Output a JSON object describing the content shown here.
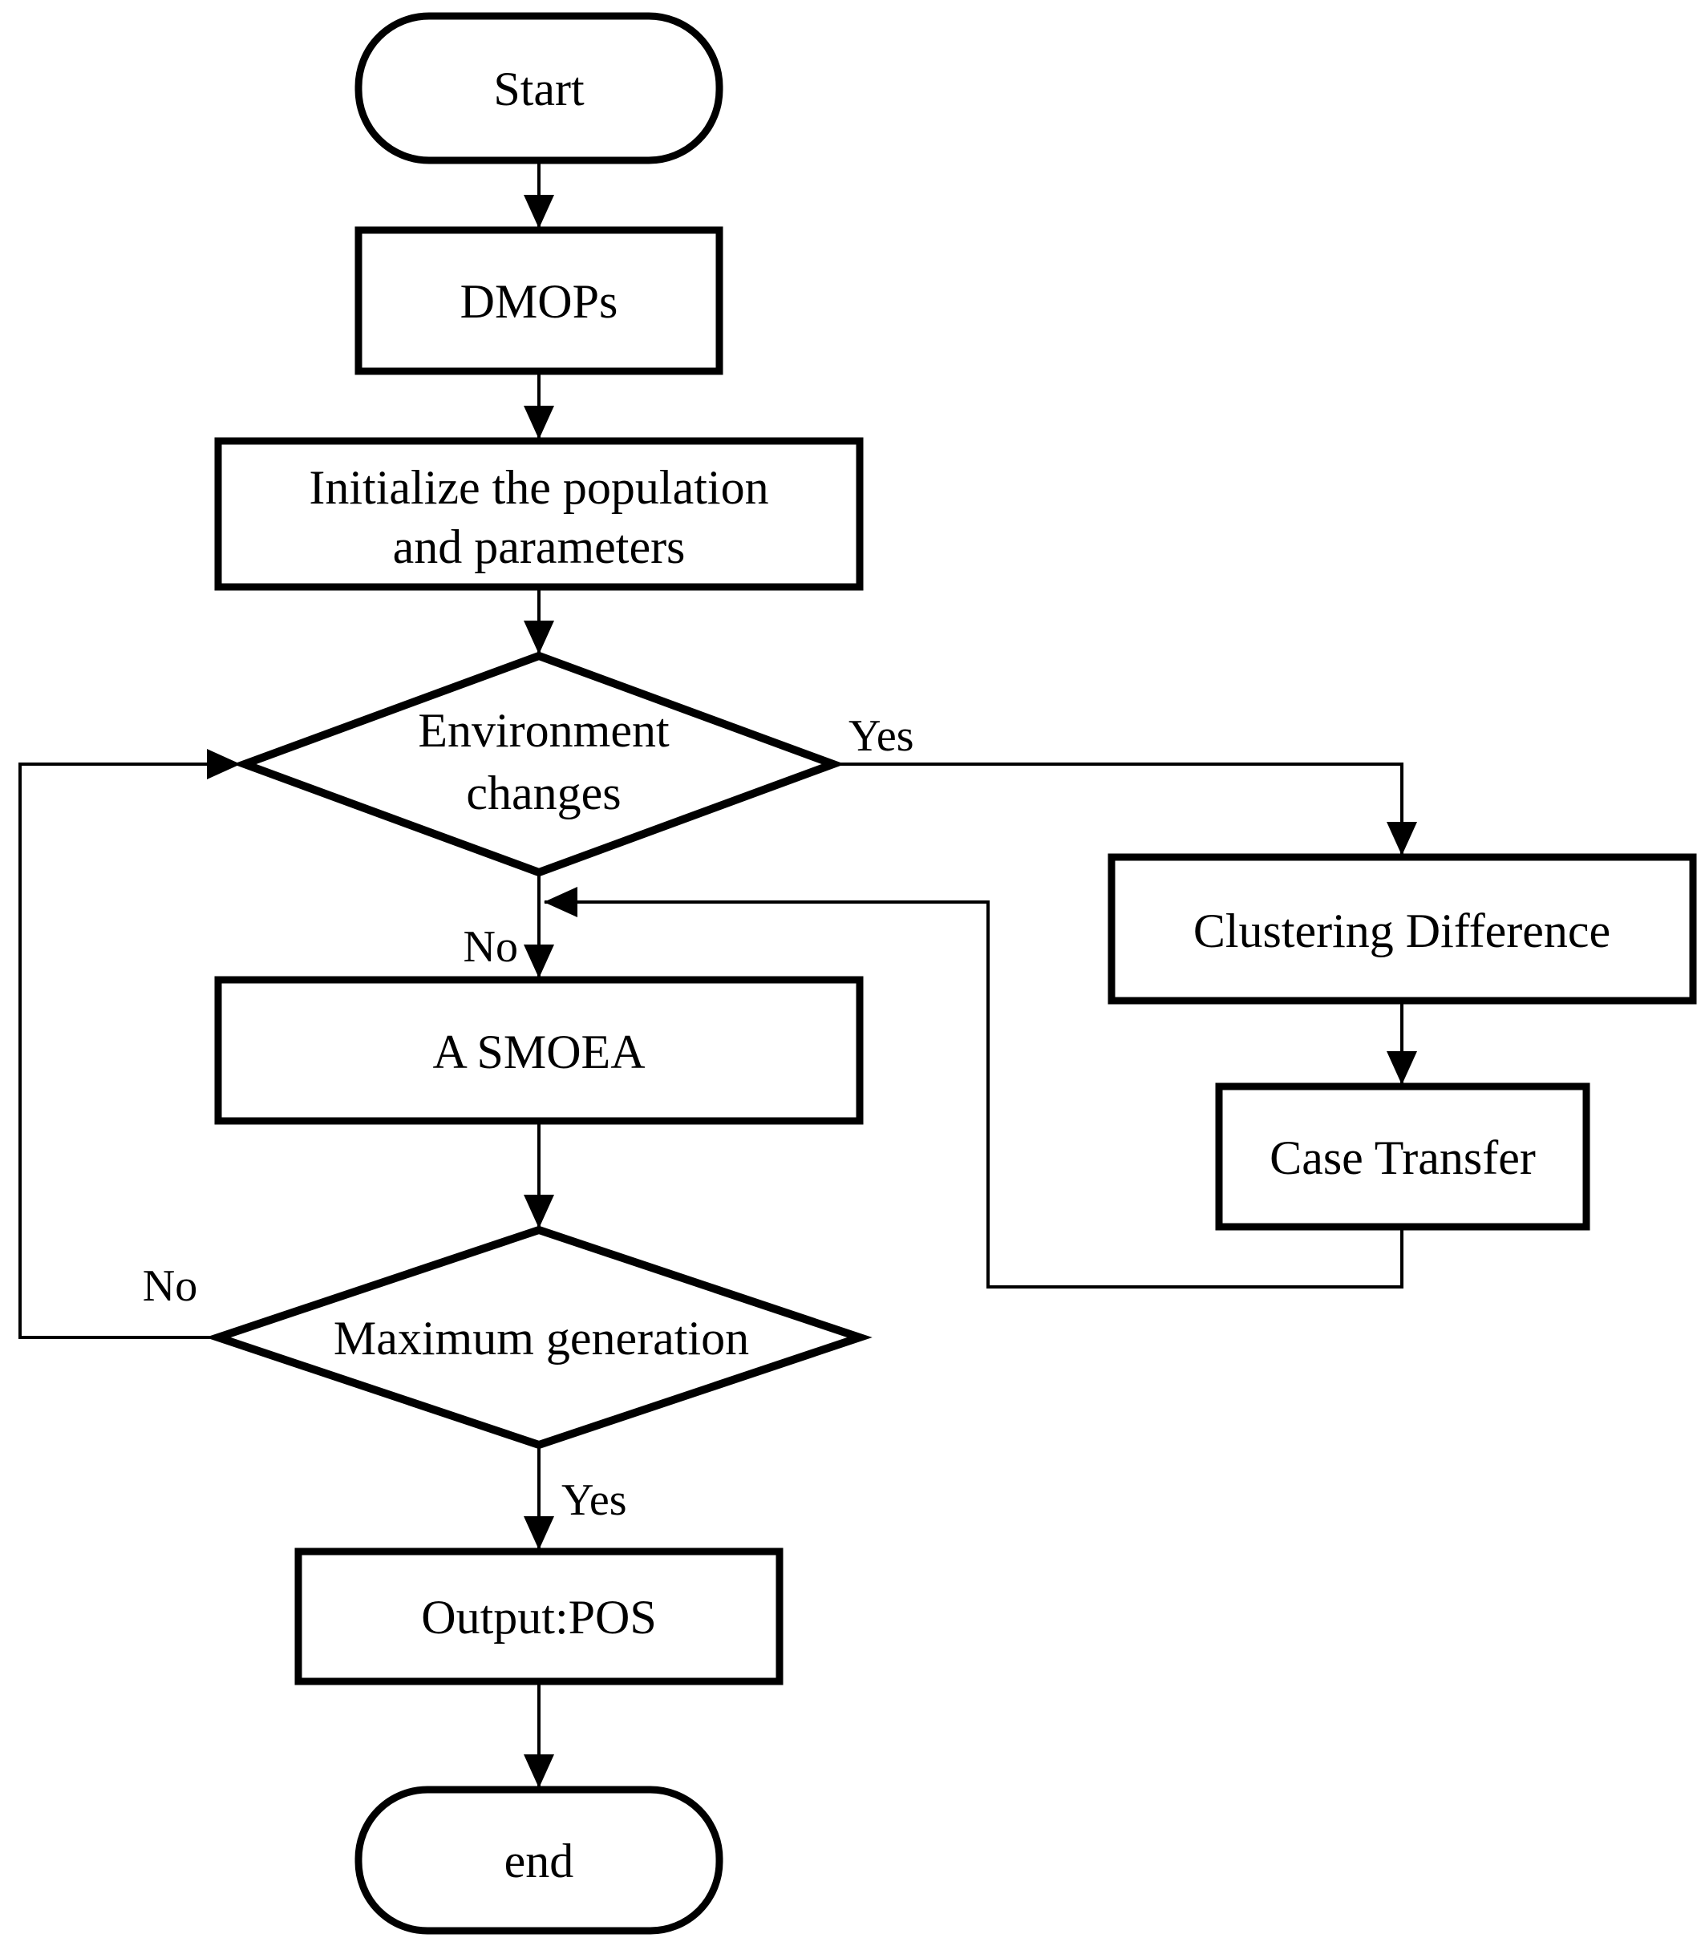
{
  "flowchart": {
    "colors": {
      "stroke": "#000000",
      "background": "#ffffff",
      "text": "#000000"
    },
    "nodes": {
      "start": {
        "shape": "stadium",
        "label": "Start"
      },
      "dmops": {
        "shape": "rect",
        "label": "DMOPs"
      },
      "initialize": {
        "shape": "rect",
        "line1": "Initialize the population",
        "line2": "and parameters"
      },
      "env_changes": {
        "shape": "diamond",
        "line1": "Environment",
        "line2": "changes"
      },
      "clustering_difference": {
        "shape": "rect",
        "label": "Clustering Difference"
      },
      "case_transfer": {
        "shape": "rect",
        "label": "Case Transfer"
      },
      "a_smoea": {
        "shape": "rect",
        "label": "A SMOEA"
      },
      "maximum_generation": {
        "shape": "diamond",
        "label": "Maximum generation"
      },
      "output_pos": {
        "shape": "rect",
        "label": "Output:POS"
      },
      "end": {
        "shape": "stadium",
        "label": "end"
      }
    },
    "edge_labels": {
      "env_yes": "Yes",
      "env_no": "No",
      "maxgen_no": "No",
      "maxgen_yes": "Yes"
    },
    "edges": [
      {
        "from": "start",
        "to": "dmops",
        "label": ""
      },
      {
        "from": "dmops",
        "to": "initialize",
        "label": ""
      },
      {
        "from": "initialize",
        "to": "env_changes",
        "label": ""
      },
      {
        "from": "env_changes",
        "to": "clustering_difference",
        "label": "Yes"
      },
      {
        "from": "clustering_difference",
        "to": "case_transfer",
        "label": ""
      },
      {
        "from": "case_transfer",
        "to": "a_smoea",
        "label": ""
      },
      {
        "from": "env_changes",
        "to": "a_smoea",
        "label": "No"
      },
      {
        "from": "a_smoea",
        "to": "maximum_generation",
        "label": ""
      },
      {
        "from": "maximum_generation",
        "to": "env_changes",
        "label": "No"
      },
      {
        "from": "maximum_generation",
        "to": "output_pos",
        "label": "Yes"
      },
      {
        "from": "output_pos",
        "to": "end",
        "label": ""
      }
    ]
  }
}
